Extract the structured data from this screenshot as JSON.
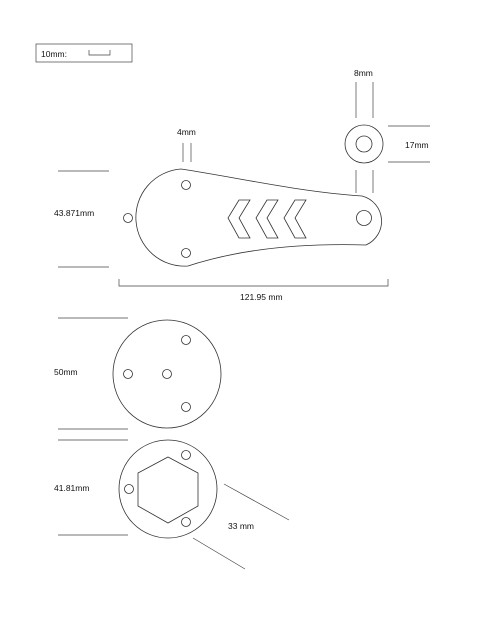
{
  "scale_box": {
    "label": "10mm:"
  },
  "dimensions": {
    "pin_diameter": "8mm",
    "pin_width": "4mm",
    "washer_diameter": "17mm",
    "lever_height": "43.871mm",
    "lever_length": "121.95 mm",
    "disc_diameter": "50mm",
    "hex_disc_diameter": "41.81mm",
    "hex_across": "33 mm"
  }
}
